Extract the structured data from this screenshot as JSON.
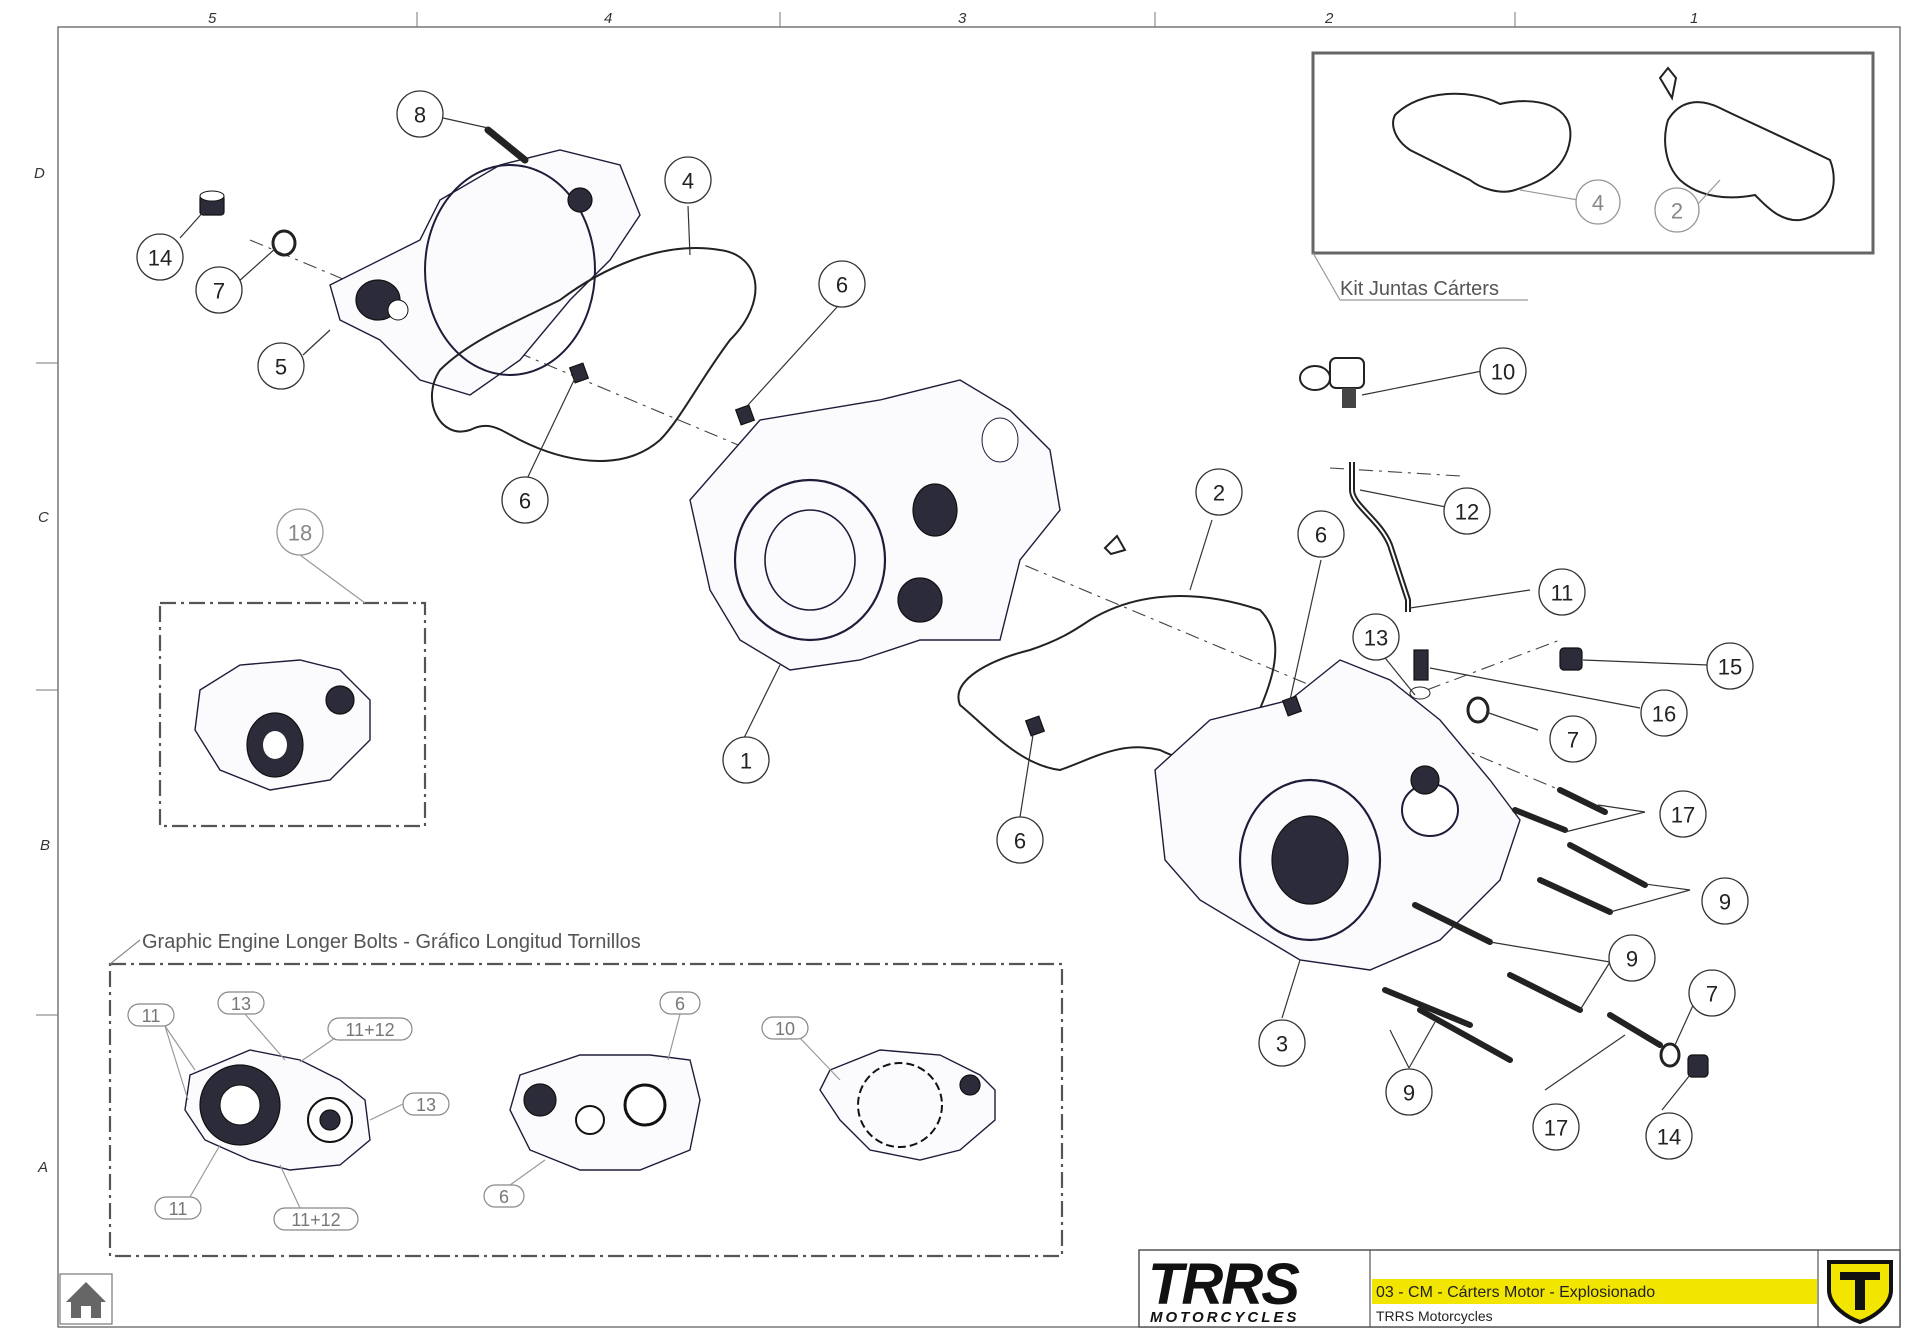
{
  "zones": {
    "columns": [
      "5",
      "4",
      "3",
      "2",
      "1"
    ],
    "rows": [
      "D",
      "C",
      "B",
      "A"
    ]
  },
  "callouts": {
    "c1": "1",
    "c2": "2",
    "c3": "3",
    "c4": "4",
    "c5": "5",
    "c6a": "6",
    "c6b": "6",
    "c6c": "6",
    "c6d": "6",
    "c7a": "7",
    "c7b": "7",
    "c7c": "7",
    "c8": "8",
    "c9a": "9",
    "c9b": "9",
    "c9c": "9",
    "c10": "10",
    "c11": "11",
    "c12": "12",
    "c13": "13",
    "c14a": "14",
    "c14b": "14",
    "c15": "15",
    "c16": "16",
    "c17a": "17",
    "c17b": "17",
    "c18": "18"
  },
  "kit": {
    "label": "Kit Juntas Cárters",
    "c4": "4",
    "c2": "2"
  },
  "bolts_panel": {
    "title": "Graphic Engine Longer Bolts - Gráfico Longitud Tornillos",
    "labels": {
      "l11a": "11",
      "l13a": "13",
      "l1112a": "11+12",
      "l13b": "13",
      "l11b": "11",
      "l1112b": "11+12",
      "l6a": "6",
      "l6b": "6",
      "l10": "10"
    }
  },
  "title_block": {
    "brand": "TRRS",
    "brand_sub": "MOTORCYCLES",
    "drawing_title": "03 - CM - Cárters Motor - Explosionado",
    "company": "TRRS Motorcycles"
  },
  "icons": {
    "home": "home-icon",
    "emblem": "trrs-t-emblem"
  },
  "colors": {
    "brand_yellow": "#f2e500",
    "ink": "#222222"
  }
}
